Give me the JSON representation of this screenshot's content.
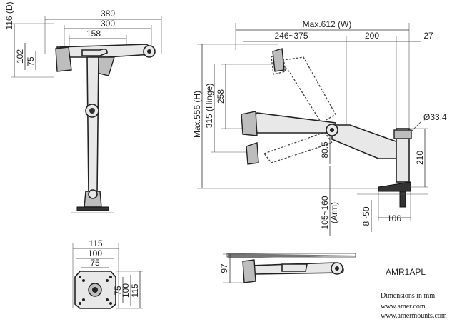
{
  "top_view": {
    "dim_380": "380",
    "dim_300": "300",
    "dim_158": "158",
    "dim_116": "116 (D)",
    "dim_102": "102",
    "dim_75": "75"
  },
  "side_view": {
    "dim_max612": "Max.612 (W)",
    "dim_246_375": "246~375",
    "dim_200": "200",
    "dim_27": "27",
    "dim_max556": "Max.556 (H)",
    "dim_315": "315 (Hinge)",
    "dim_258": "258",
    "dim_33_4": "Ø33.4",
    "dim_80_5": "80.5",
    "dim_210": "210",
    "dim_105_160": "105~160",
    "dim_arm": "(Arm)",
    "dim_8_50": "8~50",
    "dim_106": "106"
  },
  "vesa_view": {
    "dim_115_top": "115",
    "dim_100_top": "100",
    "dim_75_top": "75",
    "dim_75_side": "75",
    "dim_100_side": "100",
    "dim_115_side": "115"
  },
  "folded_view": {
    "dim_97": "97"
  },
  "info": {
    "model": "AMR1APL",
    "dimensions_note": "Dimensions in mm",
    "url_1": "www.amer.com",
    "url_2": "www.amermounts.com"
  }
}
